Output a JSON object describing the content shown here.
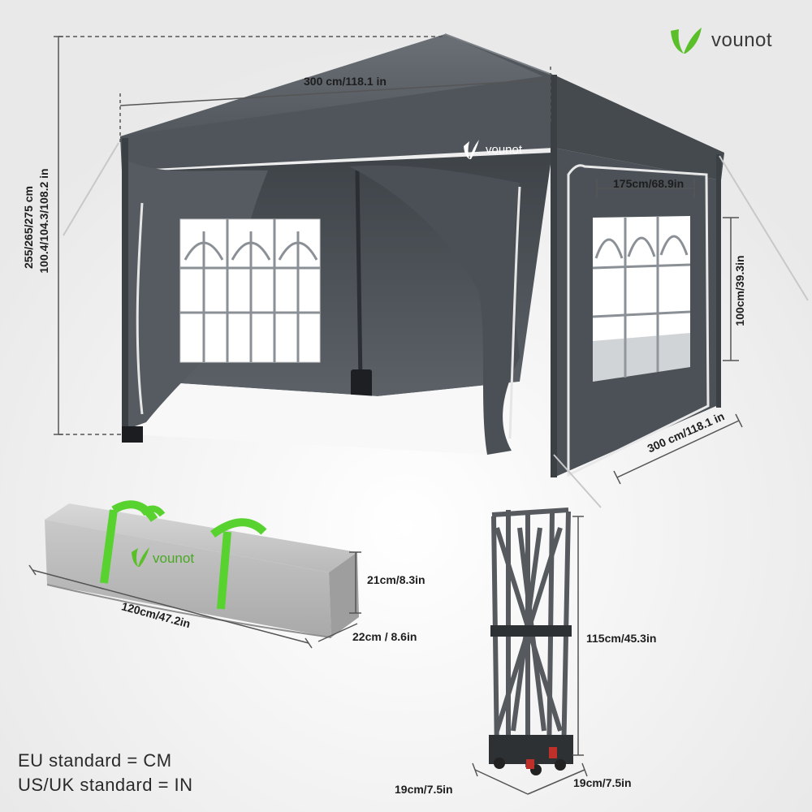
{
  "brand": {
    "name": "vounot",
    "accent": "#5bbf2a"
  },
  "colors": {
    "canopy": "#4b5157",
    "canopy_dark": "#3a3f44",
    "bag": "#bdbdbd",
    "strap": "#58d22e",
    "frame": "#55595e"
  },
  "tent": {
    "logo_text": "vounot",
    "width_top": "300 cm/118.1 in",
    "width_side": "300 cm/118.1 in",
    "height_cm": "255/265/275 cm",
    "height_in": "100.4/104.3/108.2 in",
    "window_width": "175cm/68.9in",
    "window_height": "100cm/39.3in"
  },
  "bag": {
    "logo_text": "vounot",
    "length": "120cm/47.2in",
    "height": "21cm/8.3in",
    "depth": "22cm / 8.6in"
  },
  "frame": {
    "height": "115cm/45.3in",
    "width_left": "19cm/7.5in",
    "width_right": "19cm/7.5in"
  },
  "standards": {
    "eu": "EU standard = CM",
    "us": "US/UK standard = IN"
  }
}
